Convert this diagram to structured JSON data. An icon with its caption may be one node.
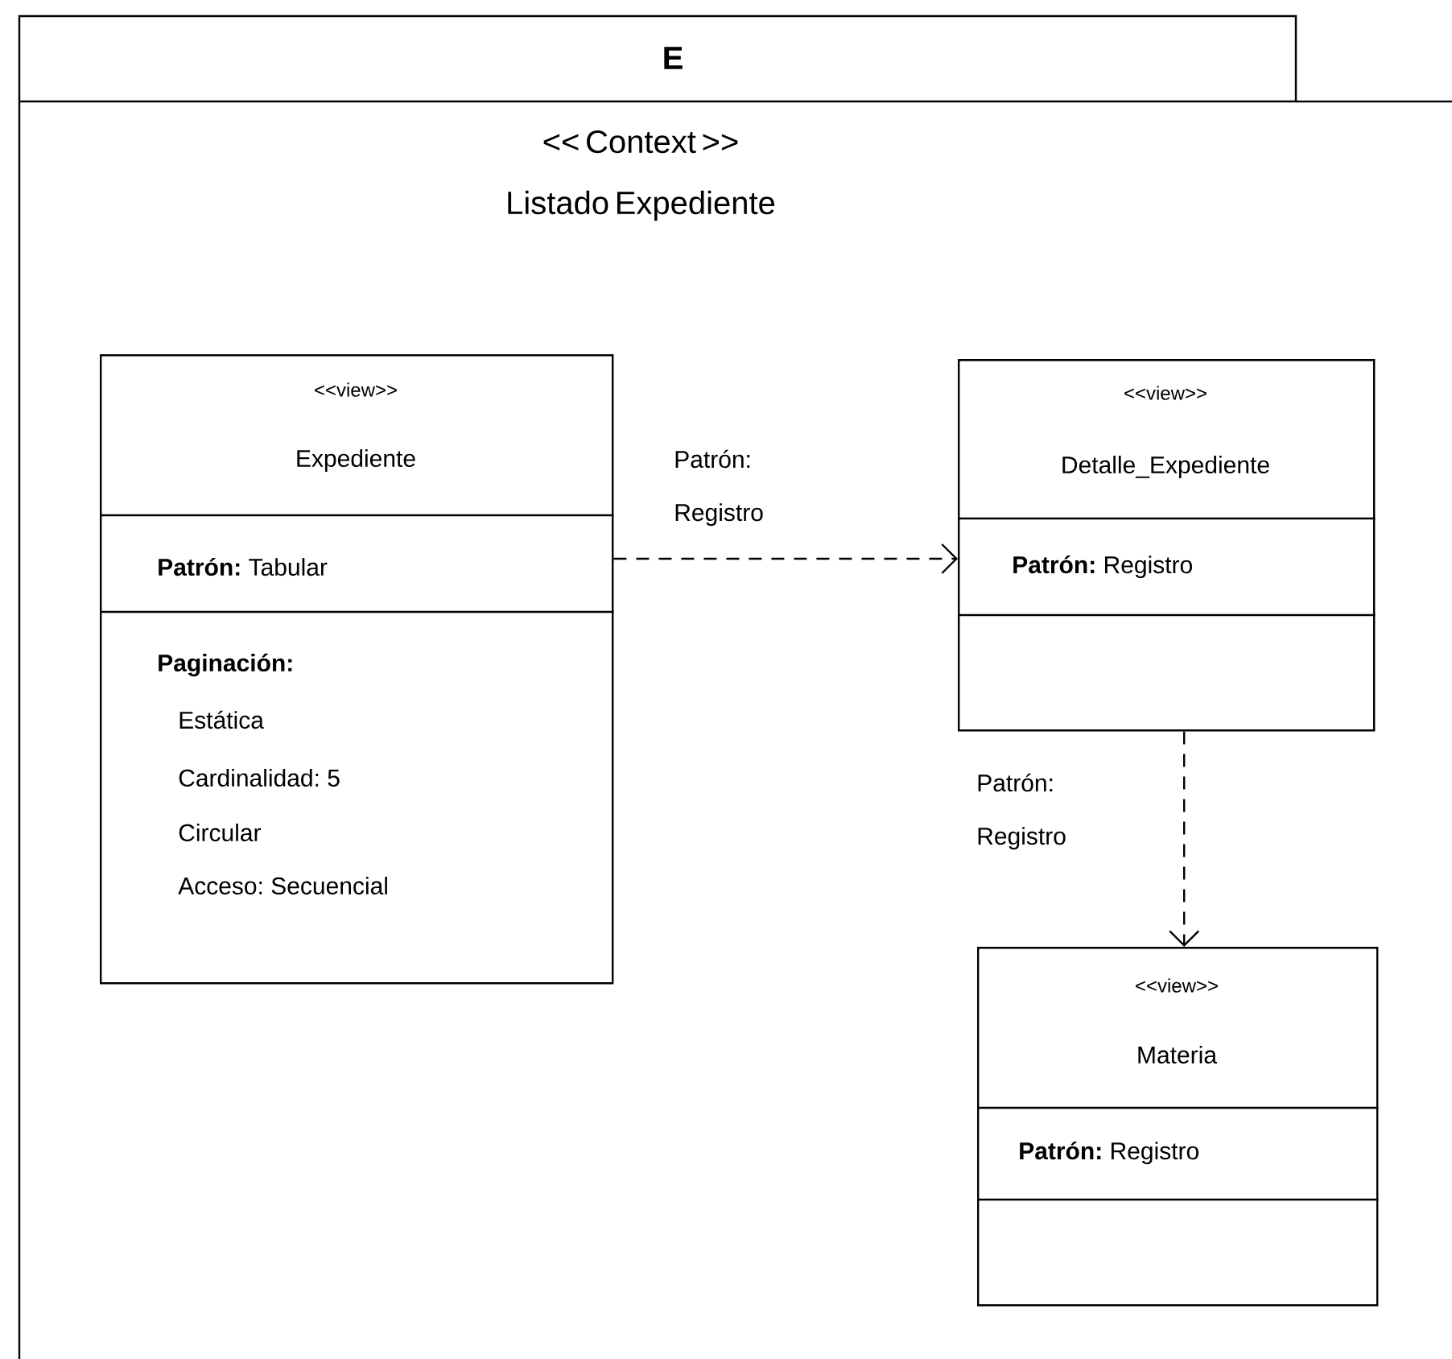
{
  "diagram": {
    "nodes": [
      {
        "text": [
          "E",
          "<< Context >> Listado Expediente"
        ]
      },
      {
        "text": [
          "<<view>>",
          "Expediente",
          "**Patrón:** Tabular",
          "Paginación:",
          "Estática",
          "Cardinalidad: 5",
          "Circular",
          "Acceso: Secuencial"
        ],
        "in": 0
      },
      {
        "text": [
          "<<view>>",
          "Detalle_Expediente",
          "**Patrón:** Registro"
        ],
        "in": 0
      },
      {
        "text": [
          "<<view>>",
          "Materia",
          "**Patrón:** Registro"
        ],
        "in": 0
      }
    ],
    "edges": [
      {
        "from": 1,
        "to": 2,
        "arrow": "to",
        "style": "dashed",
        "label": "Patrón: Registro"
      },
      {
        "from": 2,
        "to": 3,
        "arrow": "to",
        "style": "dashed",
        "label": "Patrón: Registro"
      }
    ]
  }
}
